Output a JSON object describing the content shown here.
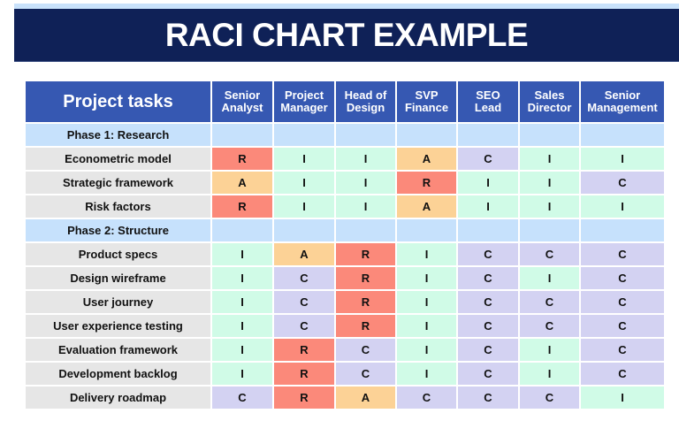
{
  "title": "RACI CHART EXAMPLE",
  "colors": {
    "title_bg": "#0f2157",
    "header_bg": "#3658b2",
    "phase_bg": "#c6e1fc",
    "task_bg": "#e6e6e6",
    "R": "#fb897a",
    "A": "#fcd296",
    "C": "#d3d2f2",
    "I": "#d0fbe7"
  },
  "table": {
    "columns": [
      "Project tasks",
      "Senior Analyst",
      "Project Manager",
      "Head of Design",
      "SVP Finance",
      "SEO Lead",
      "Sales Director",
      "Senior Management"
    ],
    "column_lines": [
      [
        "Project tasks"
      ],
      [
        "Senior",
        "Analyst"
      ],
      [
        "Project",
        "Manager"
      ],
      [
        "Head of",
        "Design"
      ],
      [
        "SVP",
        "Finance"
      ],
      [
        "SEO",
        "Lead"
      ],
      [
        "Sales",
        "Director"
      ],
      [
        "Senior",
        "Management"
      ]
    ],
    "phases": [
      {
        "label": "Phase 1: Research",
        "rows": [
          {
            "task": "Econometric model",
            "values": [
              "R",
              "I",
              "I",
              "A",
              "C",
              "I",
              "I"
            ]
          },
          {
            "task": "Strategic framework",
            "values": [
              "A",
              "I",
              "I",
              "R",
              "I",
              "I",
              "C"
            ]
          },
          {
            "task": "Risk factors",
            "values": [
              "R",
              "I",
              "I",
              "A",
              "I",
              "I",
              "I"
            ]
          }
        ]
      },
      {
        "label": "Phase 2: Structure",
        "rows": [
          {
            "task": "Product specs",
            "values": [
              "I",
              "A",
              "R",
              "I",
              "C",
              "C",
              "C"
            ]
          },
          {
            "task": "Design wireframe",
            "values": [
              "I",
              "C",
              "R",
              "I",
              "C",
              "I",
              "C"
            ]
          },
          {
            "task": "User journey",
            "values": [
              "I",
              "C",
              "R",
              "I",
              "C",
              "C",
              "C"
            ]
          },
          {
            "task": "User experience testing",
            "values": [
              "I",
              "C",
              "R",
              "I",
              "C",
              "C",
              "C"
            ]
          },
          {
            "task": "Evaluation framework",
            "values": [
              "I",
              "R",
              "C",
              "I",
              "C",
              "I",
              "C"
            ]
          },
          {
            "task": "Development backlog",
            "values": [
              "I",
              "R",
              "C",
              "I",
              "C",
              "I",
              "C"
            ]
          },
          {
            "task": "Delivery roadmap",
            "values": [
              "C",
              "R",
              "A",
              "C",
              "C",
              "C",
              "I"
            ]
          }
        ]
      }
    ]
  }
}
